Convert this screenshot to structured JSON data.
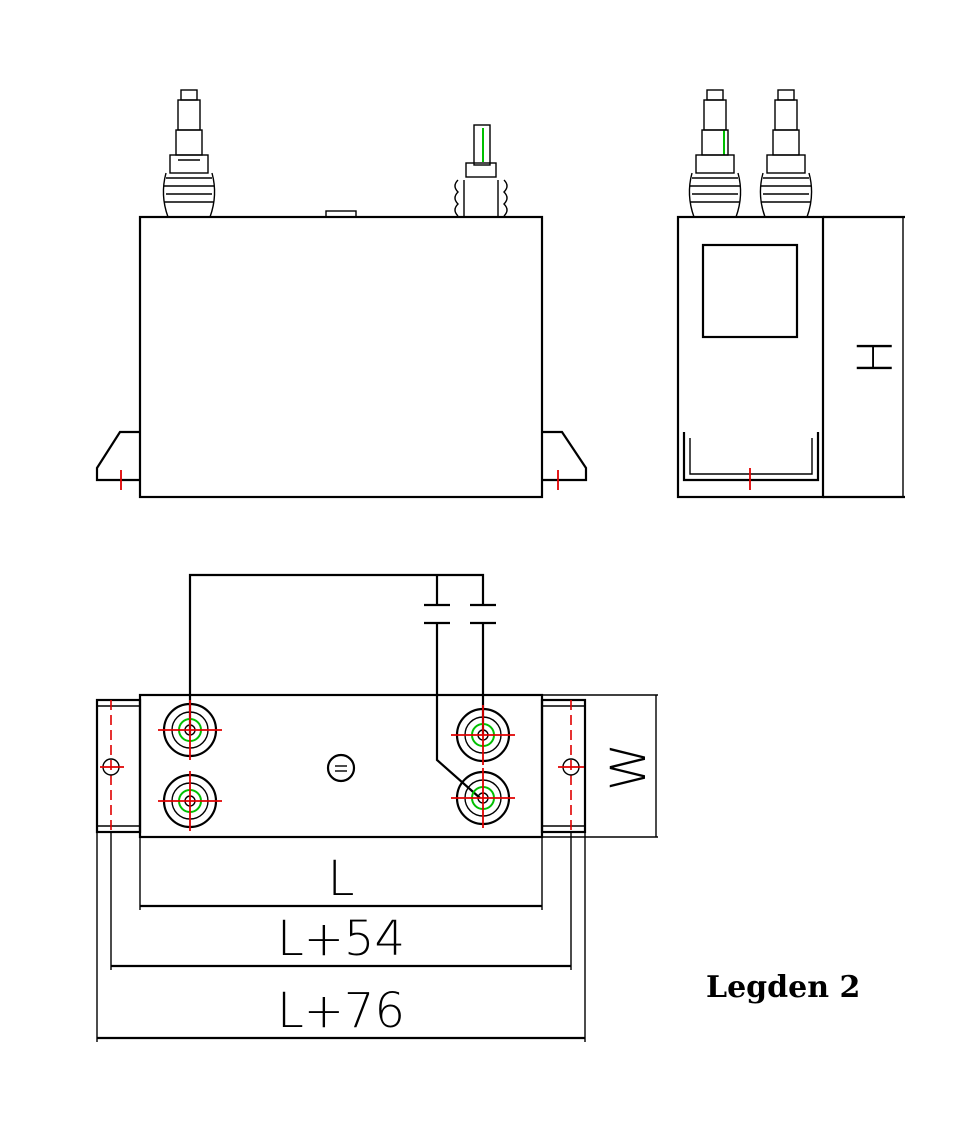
{
  "diagram": {
    "legend": "Legden 2",
    "dimensions": {
      "height": "H",
      "width": "W",
      "length": "L",
      "length_plus_54": "L+54",
      "length_plus_76": "L+76"
    },
    "colors": {
      "line": "#000000",
      "centerline": "#e00000",
      "highlight": "#00c000",
      "background": "#ffffff"
    }
  }
}
